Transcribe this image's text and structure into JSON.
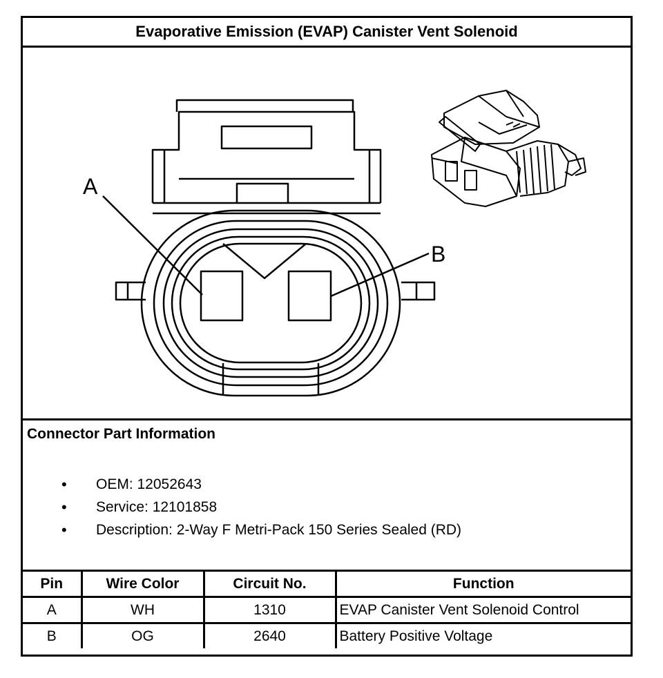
{
  "title": "Evaporative Emission (EVAP) Canister Vent Solenoid",
  "diagram": {
    "pin_label_a": "A",
    "pin_label_b": "B"
  },
  "connector_info": {
    "heading": "Connector Part Information",
    "items": [
      "OEM: 12052643",
      "Service: 12101858",
      "Description: 2-Way F Metri-Pack 150 Series Sealed (RD)"
    ],
    "bullet": "•"
  },
  "pin_table": {
    "headers": [
      "Pin",
      "Wire Color",
      "Circuit No.",
      "Function"
    ],
    "rows": [
      [
        "A",
        "WH",
        "1310",
        "EVAP Canister Vent Solenoid Control"
      ],
      [
        "B",
        "OG",
        "2640",
        "Battery Positive Voltage"
      ]
    ]
  }
}
